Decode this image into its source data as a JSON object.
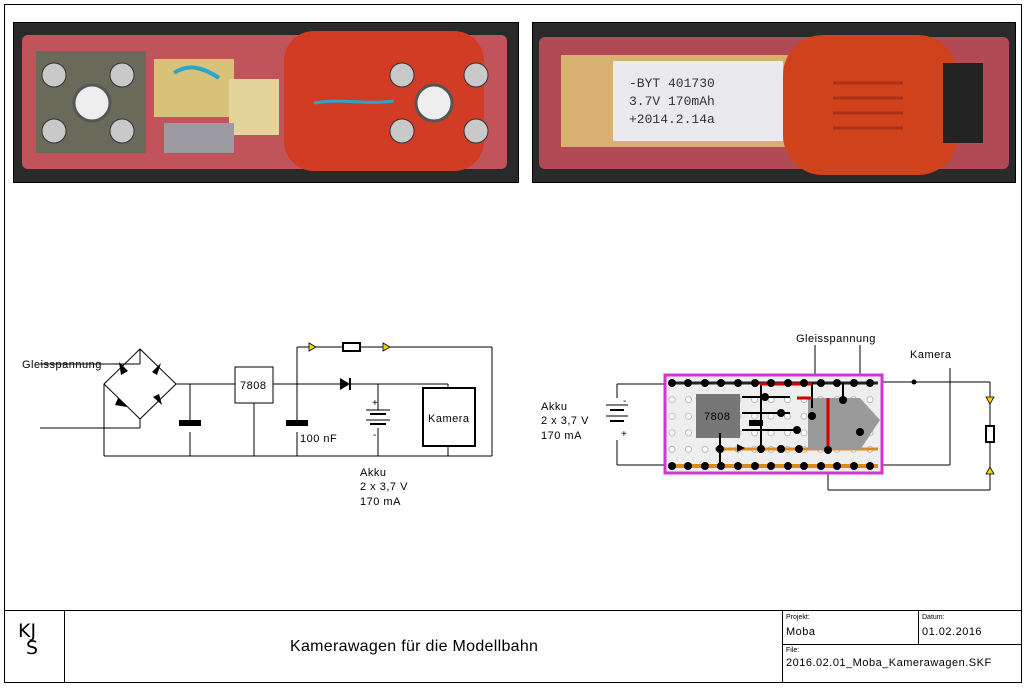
{
  "photos": {
    "left": {
      "name": "wagon-chassis-photo"
    },
    "right": {
      "name": "wagon-battery-photo",
      "battery_print": [
        "-BYT 401730",
        "3.7V 170mAh",
        "+2014.2.14a"
      ]
    }
  },
  "schematic": {
    "label_gleis": "Gleisspannung",
    "label_regulator": "7808",
    "label_cap": "100 nF",
    "label_camera": "Kamera",
    "akku": {
      "line1": "Akku",
      "line2": "2 x 3,7 V",
      "line3": "170 mA"
    },
    "battery_plus": "+",
    "battery_minus": "-"
  },
  "board": {
    "label_gleis": "Gleisspannung",
    "label_camera": "Kamera",
    "label_regulator": "7808",
    "akku": {
      "line1": "Akku",
      "line2": "2 x 3,7 V",
      "line3": "170 mA"
    },
    "battery_plus": "+",
    "battery_minus": "-",
    "border_color": "#d633d6",
    "track_color": "#e08a1e",
    "bridge_color": "#d40000"
  },
  "title_block": {
    "logo": "KJS",
    "title": "Kamerawagen für die Modellbahn",
    "projekt_caption": "Projekt:",
    "projekt": "Moba",
    "datum_caption": "Datum:",
    "datum": "01.02.2016",
    "file_caption": "File:",
    "file": "2016.02.01_Moba_Kamerawagen.SKF"
  }
}
